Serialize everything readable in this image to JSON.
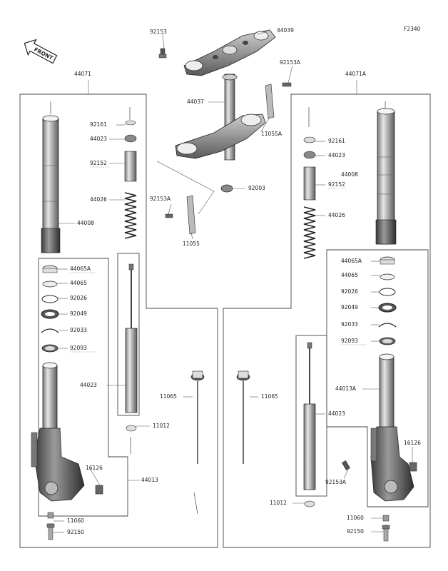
{
  "figure_code": "F2340",
  "front_label": "FRONT",
  "labels": {
    "p92153": "92153",
    "p44039": "44039",
    "p92153A": "92153A",
    "p44071": "44071",
    "p44071A": "44071A",
    "p44037": "44037",
    "p11055A": "11055A",
    "p92161_l": "92161",
    "p44023_l": "44023",
    "p92152_l": "92152",
    "p44026_l": "44026",
    "p44008_l": "44008",
    "p92153A_b": "92153A",
    "p11055": "11055",
    "p92003": "92003",
    "p92161_r": "92161",
    "p44023_r": "44023",
    "p44008_r": "44008",
    "p92152_r": "92152",
    "p44026_r": "44026",
    "p44065A_l": "44065A",
    "p44065_l": "44065",
    "p92026_l": "92026",
    "p92049_l": "92049",
    "p92033_l": "92033",
    "p92093_l": "92093",
    "p44023_ml": "44023",
    "p11065_l": "11065",
    "p11012_l": "11012",
    "p16126_l": "16126",
    "p44013": "44013",
    "p11060_l": "11060",
    "p92150_l": "92150",
    "p11065_r": "11065",
    "p44065A_r": "44065A",
    "p44065_r": "44065",
    "p92026_r": "92026",
    "p92049_r": "92049",
    "p92033_r": "92033",
    "p92093_r": "92093",
    "p44013A": "44013A",
    "p44023_mr": "44023",
    "p16126_r": "16126",
    "p92153A_r": "92153A",
    "p11012_r": "11012",
    "p11060_r": "11060",
    "p92150_r": "92150"
  }
}
